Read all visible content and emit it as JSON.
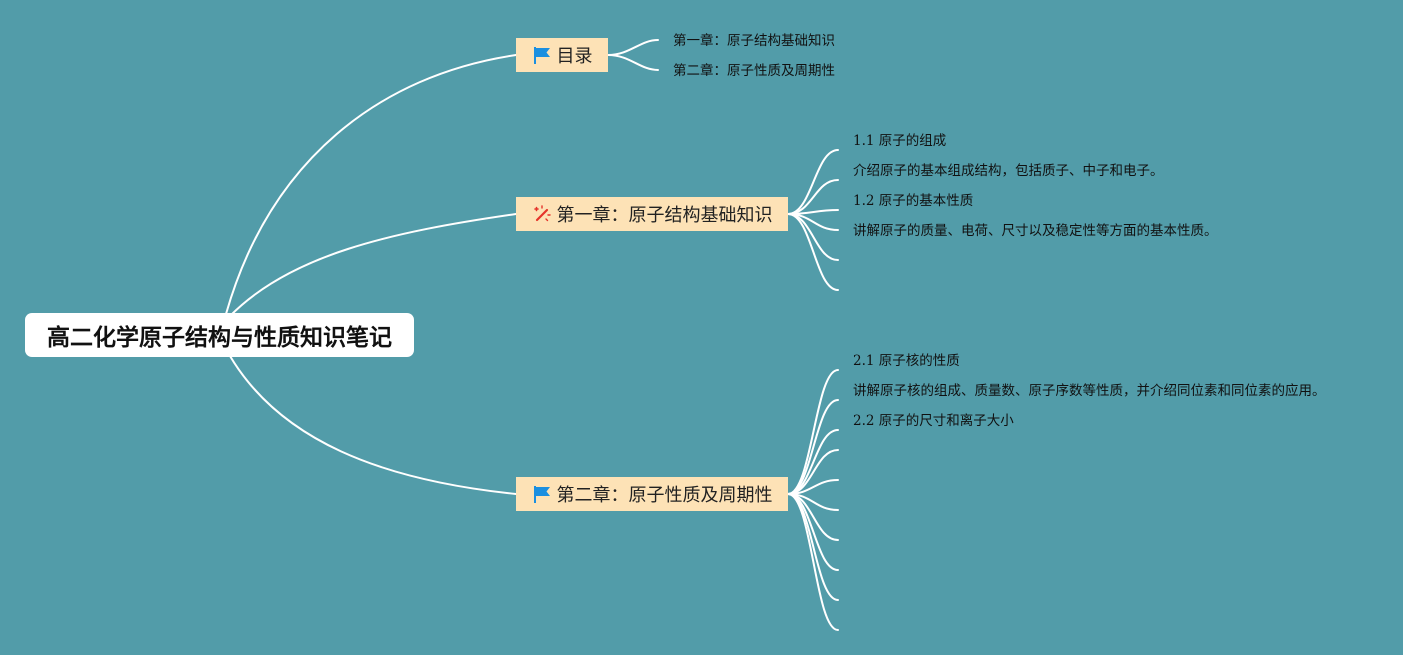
{
  "root": {
    "title": "高二化学原子结构与性质知识笔记"
  },
  "branches": [
    {
      "label": "目录",
      "icon": "blue-flag-icon",
      "leaves": [
        "第一章：原子结构基础知识",
        "第二章：原子性质及周期性"
      ]
    },
    {
      "label": "第一章：原子结构基础知识",
      "icon": "red-wand-icon",
      "leaves": [
        "1.1 原子的组成",
        "介绍原子的基本组成结构，包括质子、中子和电子。",
        "1.2 原子的基本性质",
        "讲解原子的质量、电荷、尺寸以及稳定性等方面的基本性质。",
        "",
        ""
      ]
    },
    {
      "label": "第二章：原子性质及周期性",
      "icon": "blue-flag-icon",
      "leaves": [
        "2.1 原子核的性质",
        "讲解原子核的组成、质量数、原子序数等性质，并介绍同位素和同位素的应用。",
        "2.2 原子的尺寸和离子大小",
        "",
        "",
        "",
        "",
        "",
        "",
        ""
      ]
    }
  ],
  "colors": {
    "background": "#529ca9",
    "branch_fill": "#fde2b6",
    "connector": "#ffffff",
    "flag_blue": "#1b8fe0",
    "wand_red": "#e5332a"
  }
}
